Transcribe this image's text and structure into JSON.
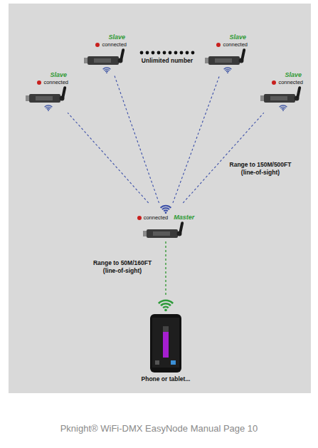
{
  "diagram": {
    "caption": "Pknight® WiFi-DMX EasyNode Manual Page 10",
    "nodes": [
      {
        "text": [
          "Slave",
          "connected"
        ]
      },
      {
        "text": [
          "Slave",
          "connected"
        ]
      },
      {
        "text": [
          "Slave",
          "connected"
        ]
      },
      {
        "text": [
          "Slave",
          "connected"
        ]
      },
      {
        "text": [
          "connected",
          "Master"
        ]
      },
      {
        "text": [
          "Phone or tablet..."
        ]
      }
    ],
    "edges": [
      {
        "from": 4,
        "to": 0,
        "arrow": "none"
      },
      {
        "from": 4,
        "to": 1,
        "arrow": "none"
      },
      {
        "from": 4,
        "to": 2,
        "arrow": "none"
      },
      {
        "from": 4,
        "to": 3,
        "arrow": "none"
      },
      {
        "from": 4,
        "to": 5,
        "arrow": "none"
      }
    ],
    "labels": [
      "Unlimited number",
      "Range to 150M/500FT (line-of-sight)",
      "Range to 50M/160FT (line-of-sight)"
    ]
  }
}
